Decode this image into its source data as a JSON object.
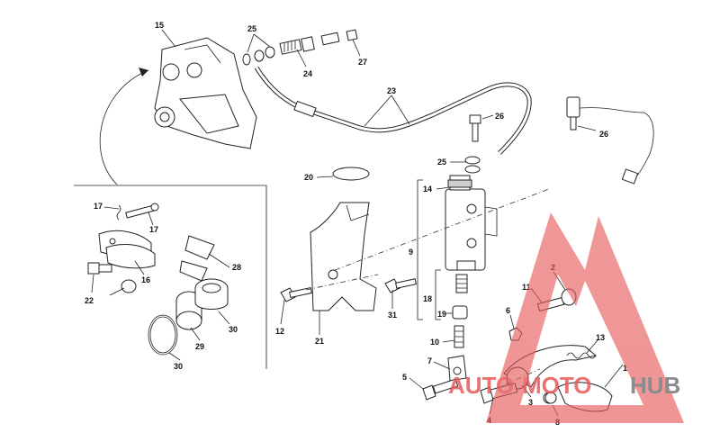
{
  "callouts": {
    "c1": "1",
    "c2": "2",
    "c3": "3",
    "c4": "4",
    "c5": "5",
    "c6": "6",
    "c7": "7",
    "c8": "8",
    "c9": "9",
    "c10": "10",
    "c11": "11",
    "c12": "12",
    "c13": "13",
    "c14": "14",
    "c15": "15",
    "c16": "16",
    "c17a": "17",
    "c17b": "17",
    "c18": "18",
    "c19": "19",
    "c20": "20",
    "c21": "21",
    "c22": "22",
    "c23": "23",
    "c24": "24",
    "c25a": "25",
    "c25b": "25",
    "c26a": "26",
    "c26b": "26",
    "c27": "27",
    "c28": "28",
    "c29": "29",
    "c30a": "30",
    "c30b": "30",
    "c31": "31"
  },
  "watermark": {
    "left_text": "AUTO",
    "mid_text": "MOTO",
    "right_text": "HUB",
    "accent_color": "#e65a5a",
    "text_gray": "#777777"
  }
}
